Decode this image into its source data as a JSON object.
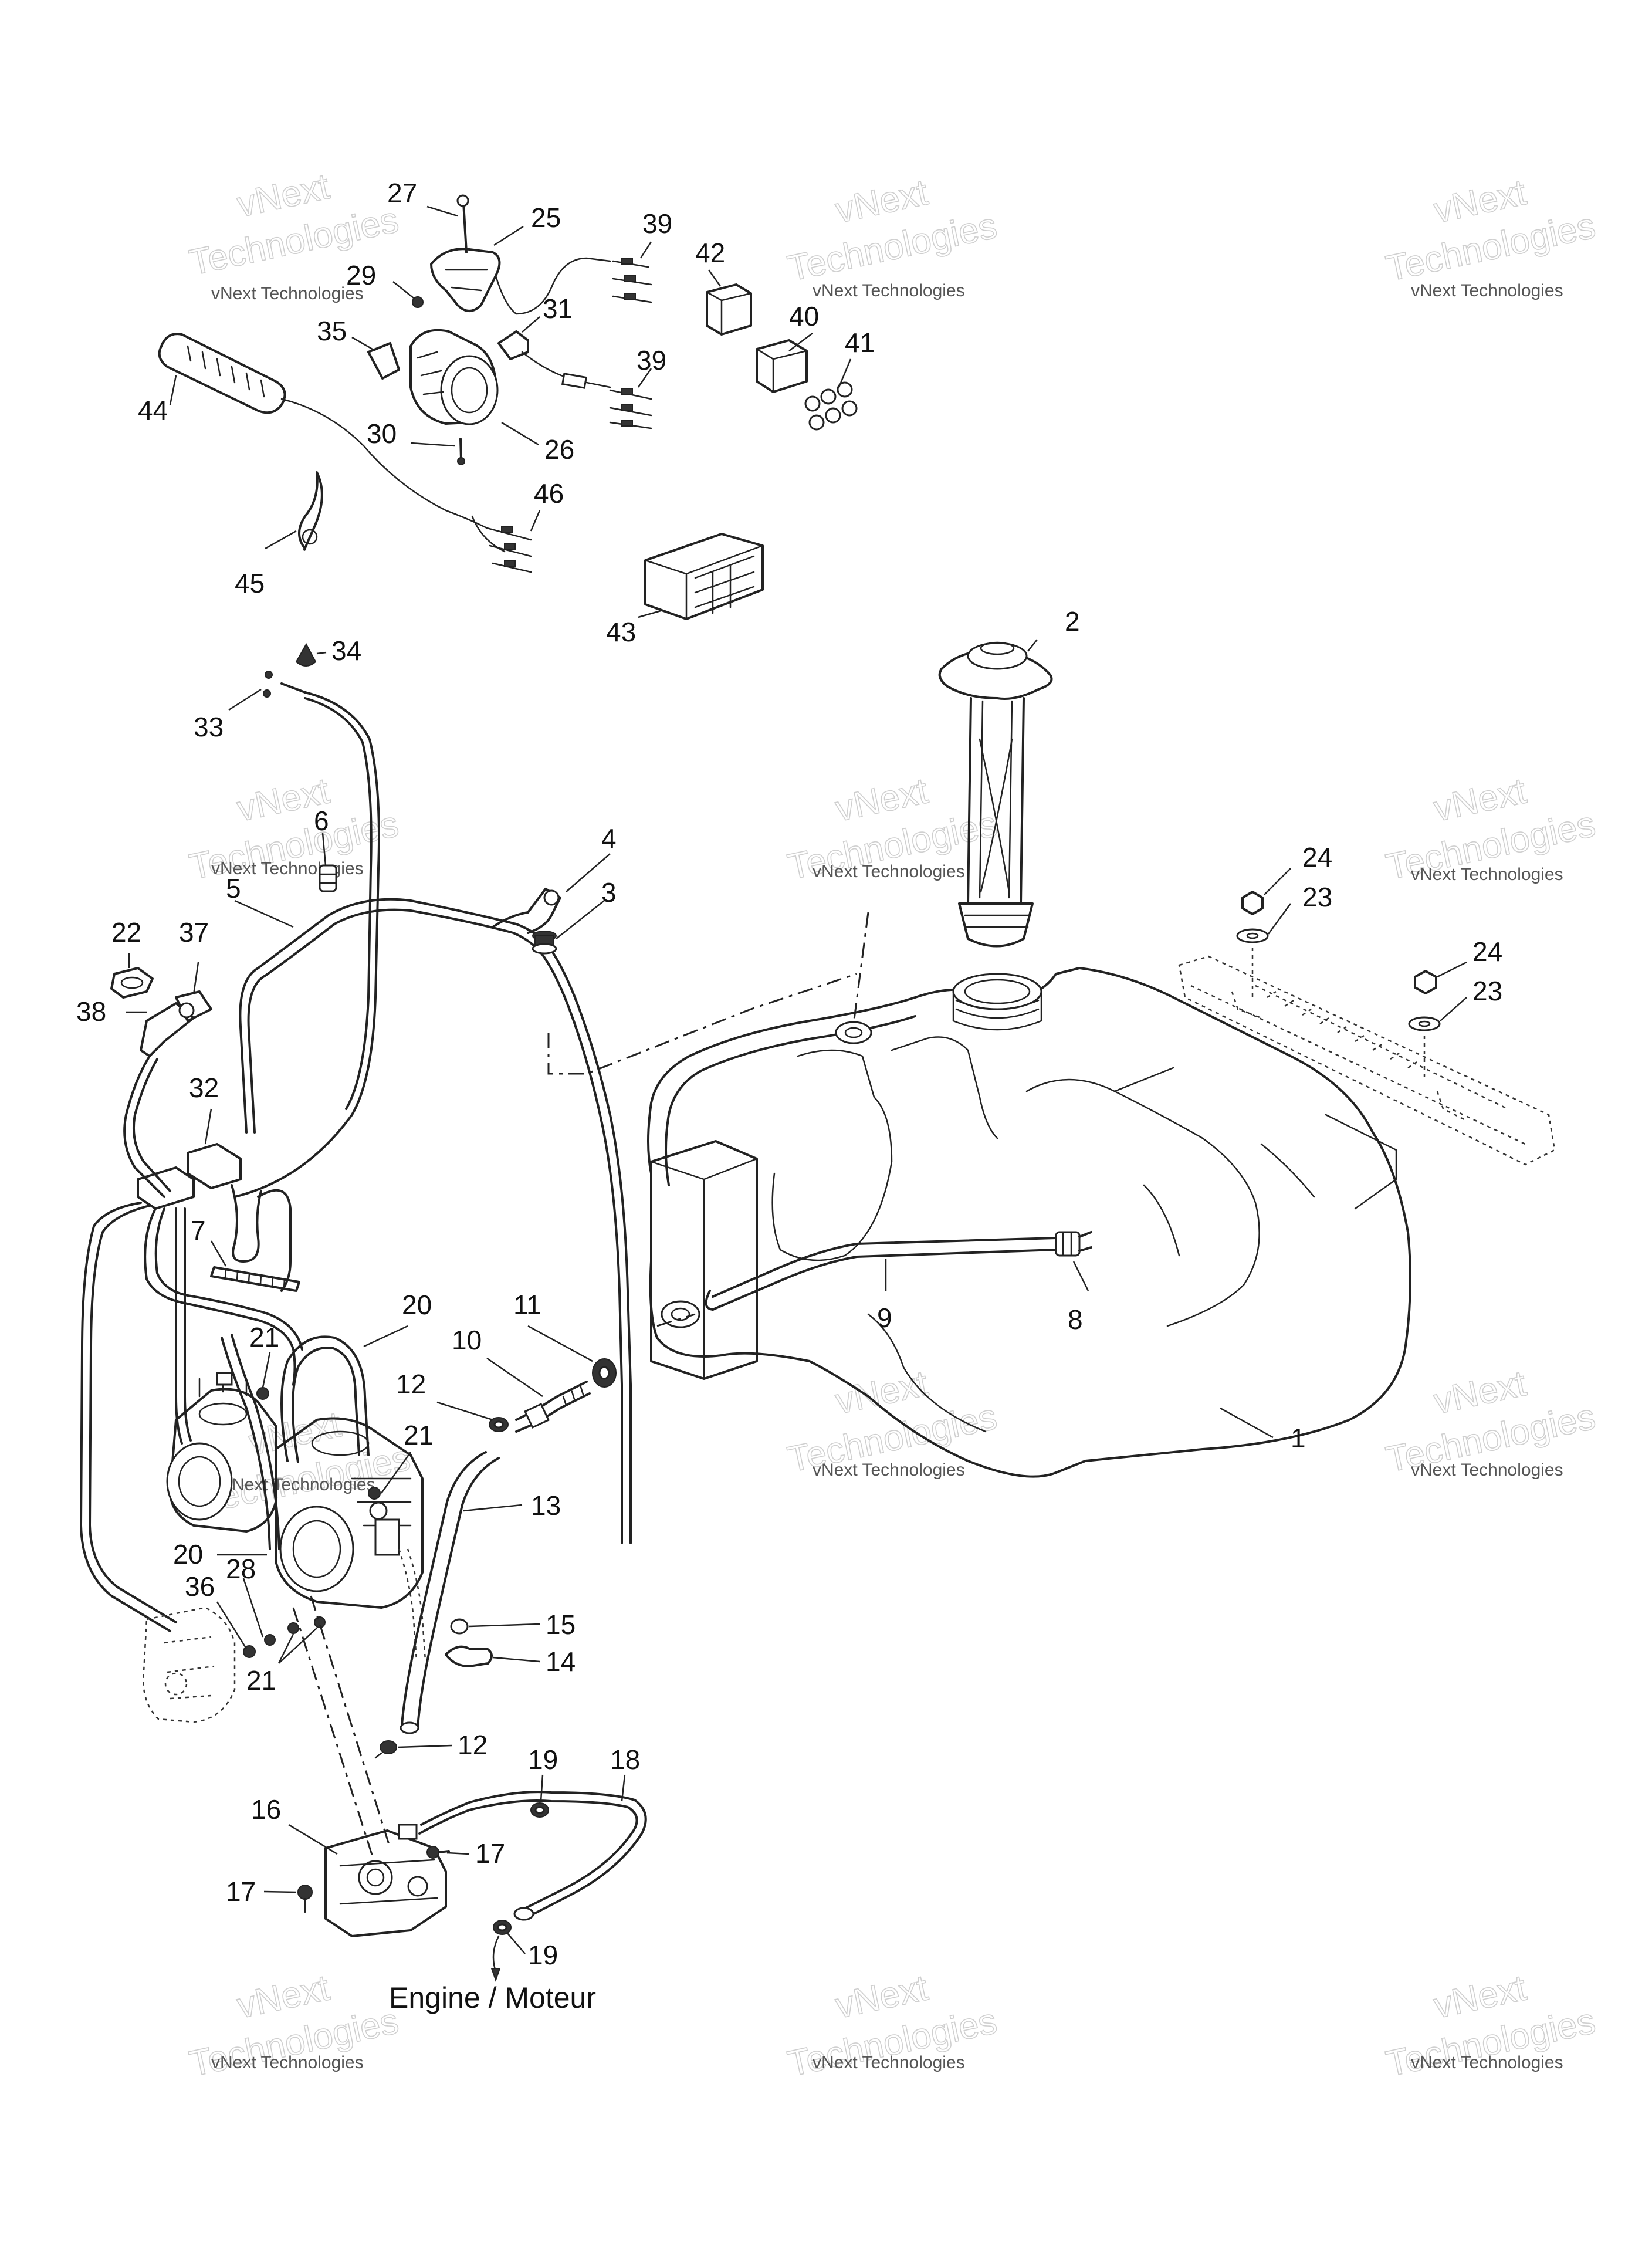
{
  "caption": "Engine / Moteur",
  "watermark": {
    "line1": "vNext Technologies",
    "line2": "vNext",
    "line3": "Technologies"
  },
  "callouts": {
    "c1": "1",
    "c2": "2",
    "c3": "3",
    "c4": "4",
    "c5": "5",
    "c6": "6",
    "c7": "7",
    "c8": "8",
    "c9": "9",
    "c10": "10",
    "c11": "11",
    "c12a": "12",
    "c12b": "12",
    "c13": "13",
    "c14": "14",
    "c15": "15",
    "c16": "16",
    "c17a": "17",
    "c17b": "17",
    "c18": "18",
    "c19a": "19",
    "c19b": "19",
    "c20a": "20",
    "c20b": "20",
    "c21a": "21",
    "c21b": "21",
    "c21c": "21",
    "c22": "22",
    "c23a": "23",
    "c23b": "23",
    "c24a": "24",
    "c24b": "24",
    "c25": "25",
    "c26": "26",
    "c27": "27",
    "c28": "28",
    "c29": "29",
    "c30": "30",
    "c31": "31",
    "c32": "32",
    "c33": "33",
    "c34": "34",
    "c35": "35",
    "c36": "36",
    "c37": "37",
    "c38": "38",
    "c39a": "39",
    "c39b": "39",
    "c40": "40",
    "c41": "41",
    "c42": "42",
    "c43": "43",
    "c44": "44",
    "c45": "45",
    "c46": "46"
  }
}
